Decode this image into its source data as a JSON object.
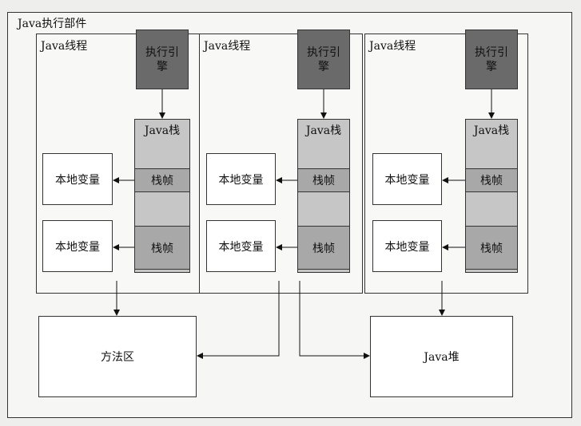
{
  "diagram": {
    "outer_title": "Java执行部件",
    "threads": [
      {
        "title": "Java线程",
        "engine": "执行引擎",
        "stack": "Java栈",
        "frames": [
          "栈帧",
          "栈帧"
        ],
        "locals": [
          "本地变量",
          "本地变量"
        ]
      },
      {
        "title": "Java线程",
        "engine": "执行引擎",
        "stack": "Java栈",
        "frames": [
          "栈帧",
          "栈帧"
        ],
        "locals": [
          "本地变量",
          "本地变量"
        ]
      },
      {
        "title": "Java线程",
        "engine": "执行引擎",
        "stack": "Java栈",
        "frames": [
          "栈帧",
          "栈帧"
        ],
        "locals": [
          "本地变量",
          "本地变量"
        ]
      }
    ],
    "method_area": "方法区",
    "heap": "Java堆"
  }
}
